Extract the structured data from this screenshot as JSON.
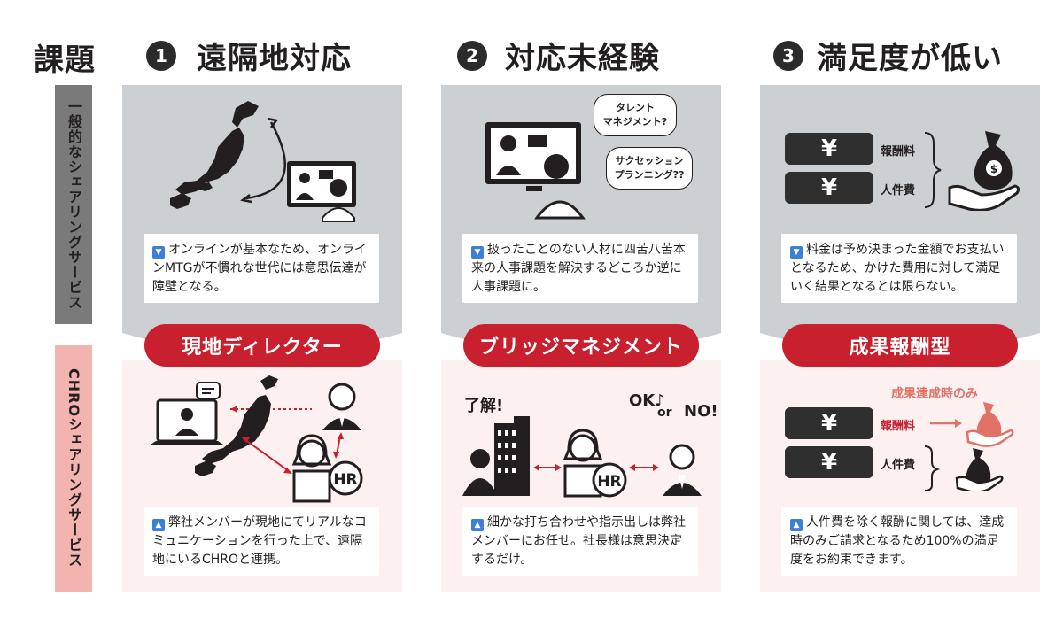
{
  "header": {
    "label": "課題",
    "columns": [
      {
        "number": "1",
        "title": "遠隔地対応"
      },
      {
        "number": "2",
        "title": "対応未経験"
      },
      {
        "number": "3",
        "title": "満足度が低い"
      }
    ]
  },
  "side_labels": {
    "general": "一般的なシェアリングサービス",
    "chro": "CHROシェアリングサービス"
  },
  "col1": {
    "general_text": "オンラインが基本なため、オンラインMTGが不慣れな世代には意思伝達が障壁となる。",
    "pill": "現地ディレクター",
    "chro_text": "弊社メンバーが現地にてリアルなコミュニケーションを行った上で、遠隔地にいるCHROと連携。",
    "hr": "HR"
  },
  "col2": {
    "bubble1": "タレント\nマネジメント?",
    "bubble2": "サクセッション\nプランニング??",
    "general_text": "扱ったことのない人材に四苦八苦本来の人事課題を解決するどころか逆に人事課題に。",
    "pill": "ブリッジマネジメント",
    "understood": "了解!",
    "ok": "OK♪",
    "or": "or",
    "no": "NO!",
    "hr": "HR",
    "chro_text": "細かな打ち合わせや指示出しは弊社メンバーにお任せ。社長様は意思決定するだけ。"
  },
  "col3": {
    "fee1": "報酬料",
    "fee2": "人件費",
    "general_text": "料金は予め決まった金額でお支払いとなるため、かけた費用に対して満足いく結果となるとは限らない。",
    "pill": "成果報酬型",
    "success_only": "成果達成時のみ",
    "chro_fee1": "報酬料",
    "chro_fee2": "人件費",
    "chro_text": "人件費を除く報酬に関しては、達成時のみご請求となるため100%の満足度をお約束できます。"
  },
  "icons": {
    "down_triangle": "▼",
    "up_triangle": "▲",
    "yen": "¥"
  },
  "colors": {
    "accent_red": "#c8202e",
    "gray_panel": "#cdd0d3",
    "pink_panel": "#fdf0f0",
    "side_gray": "#7a7a7a",
    "side_pink": "#f3b3ae",
    "info_blue": "#3d7fd6"
  }
}
